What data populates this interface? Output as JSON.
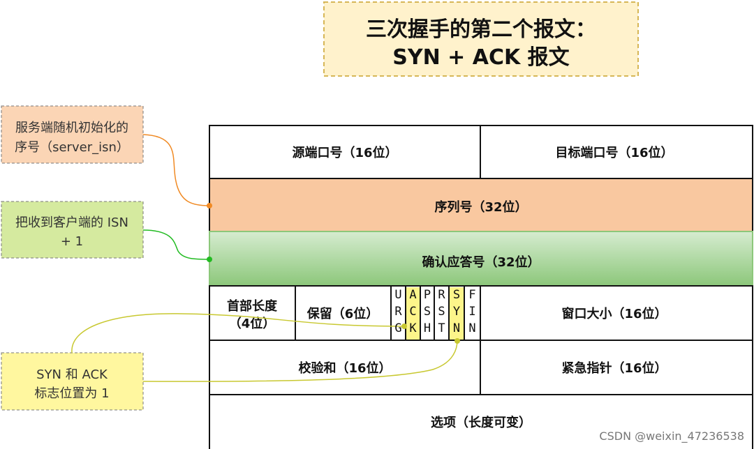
{
  "title": {
    "line1": "三次握手的第二个报文：",
    "line2": "SYN + ACK 报文"
  },
  "header": {
    "source_port": "源端口号（16位）",
    "dest_port": "目标端口号（16位）",
    "sequence_number": "序列号（32位）",
    "ack_number": "确认应答号（32位）",
    "header_length_line1": "首部长度",
    "header_length_line2": "（4位）",
    "reserved": "保留（6位）",
    "flags": [
      {
        "letters": [
          "U",
          "R",
          "G"
        ],
        "highlighted": false
      },
      {
        "letters": [
          "A",
          "C",
          "K"
        ],
        "highlighted": true
      },
      {
        "letters": [
          "P",
          "S",
          "H"
        ],
        "highlighted": false
      },
      {
        "letters": [
          "R",
          "S",
          "T"
        ],
        "highlighted": false
      },
      {
        "letters": [
          "S",
          "Y",
          "N"
        ],
        "highlighted": true
      },
      {
        "letters": [
          "F",
          "I",
          "N"
        ],
        "highlighted": false
      }
    ],
    "window_size": "窗口大小（16位）",
    "checksum": "校验和（16位）",
    "urgent_pointer": "紧急指针（16位）",
    "options": "选项（长度可变）"
  },
  "notes": {
    "server_isn": {
      "line1": "服务端随机初始化的",
      "line2": "序号（server_isn）"
    },
    "client_isn": {
      "line1": "把收到客户端的 ISN",
      "line2": "+ 1"
    },
    "flags": {
      "line1": "SYN 和 ACK",
      "line2": "标志位置为 1"
    }
  },
  "watermark": "CSDN @weixin_47236538",
  "colors": {
    "seq": "#f9c8a0",
    "ack_top": "#d6ecd0",
    "ack_bottom": "#8cc77a",
    "highlight": "#fdf58a",
    "title_fill": "#fff2cc",
    "title_border": "#d6b656",
    "note_orange": "#fbd5b5",
    "note_green": "#d5ea9f",
    "note_yellow": "#fff79f"
  }
}
